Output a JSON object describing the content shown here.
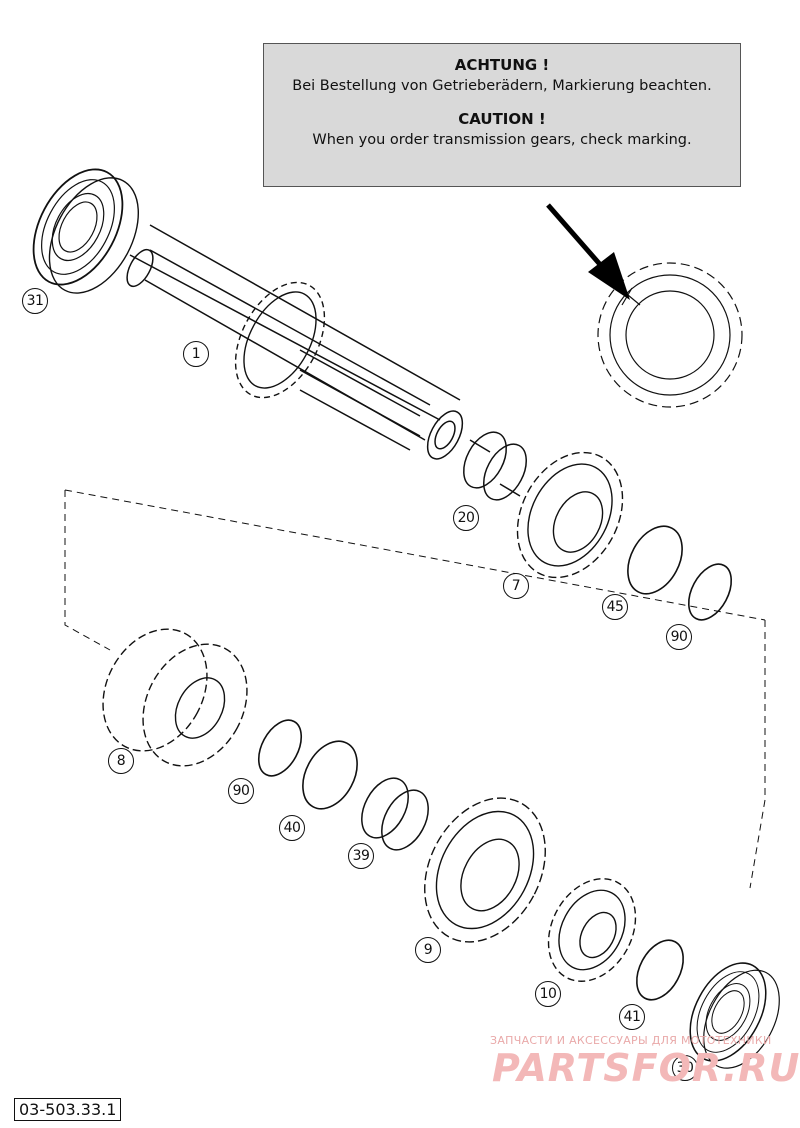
{
  "notice": {
    "title_de": "ACHTUNG !",
    "text_de": "Bei Bestellung von Getrieberädern, Markierung beachten.",
    "title_en": "CAUTION !",
    "text_en": "When you order transmission gears, check marking."
  },
  "callouts": {
    "c31": "31",
    "c1": "1",
    "c20": "20",
    "c7": "7",
    "c45": "45",
    "c90a": "90",
    "c8": "8",
    "c90b": "90",
    "c40": "40",
    "c39": "39",
    "c9": "9",
    "c10": "10",
    "c41": "41",
    "c30": "30"
  },
  "part_number": "03-503.33.1",
  "watermark": {
    "tagline": "ЗАПЧАСТИ И АКСЕССУАРЫ ДЛЯ МОТОТЕХНИКИ",
    "logo": "PARTSFOR.RU"
  }
}
